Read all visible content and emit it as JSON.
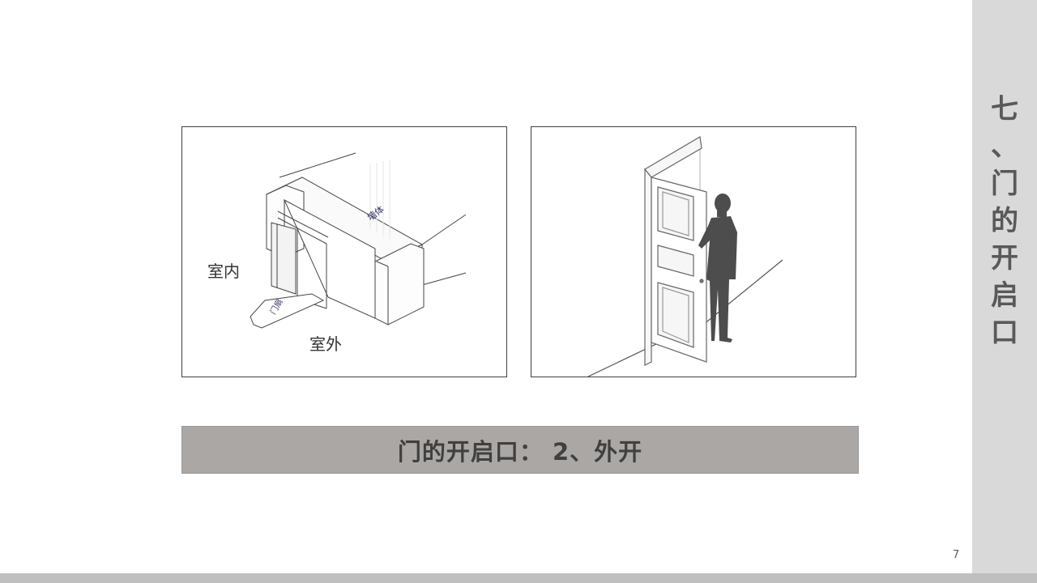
{
  "slide": {
    "side_title_chars": [
      "七",
      "、",
      "门",
      "的",
      "开",
      "启",
      "口"
    ],
    "page_number": "7",
    "caption": "门的开启口： 2、外开"
  },
  "figure_left": {
    "label_indoor": "室内",
    "label_outdoor": "室外",
    "label_wall": "墙体",
    "label_door": "门扇"
  },
  "colors": {
    "side_panel": "#d9d9d9",
    "side_text": "#595959",
    "bottom_bar": "#bfbfbf",
    "caption_bg": "#aaa7a5",
    "caption_text": "#404040",
    "frame_border": "#404040",
    "silhouette": "#4d4d4d"
  }
}
